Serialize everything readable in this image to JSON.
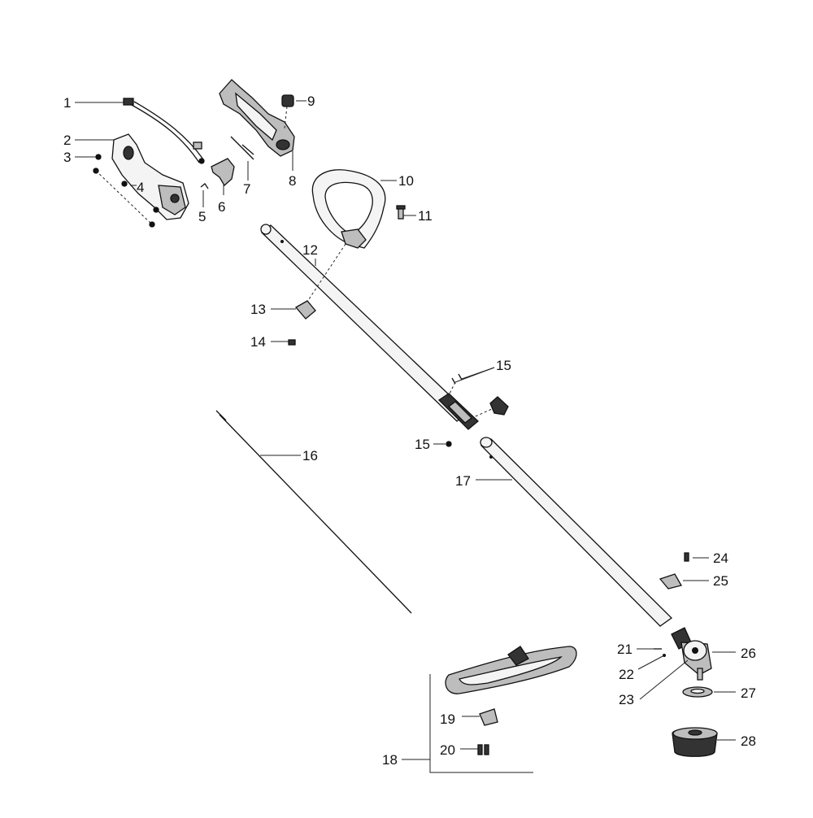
{
  "labels": [
    {
      "id": "p1",
      "text": "1"
    },
    {
      "id": "p2",
      "text": "2"
    },
    {
      "id": "p3",
      "text": "3"
    },
    {
      "id": "p4",
      "text": "4"
    },
    {
      "id": "p5",
      "text": "5"
    },
    {
      "id": "p6",
      "text": "6"
    },
    {
      "id": "p7",
      "text": "7"
    },
    {
      "id": "p8",
      "text": "8"
    },
    {
      "id": "p9",
      "text": "9"
    },
    {
      "id": "p10",
      "text": "10"
    },
    {
      "id": "p11",
      "text": "11"
    },
    {
      "id": "p12",
      "text": "12"
    },
    {
      "id": "p13",
      "text": "13"
    },
    {
      "id": "p14",
      "text": "14"
    },
    {
      "id": "p15a",
      "text": "15"
    },
    {
      "id": "p15b",
      "text": "15"
    },
    {
      "id": "p16",
      "text": "16"
    },
    {
      "id": "p17",
      "text": "17"
    },
    {
      "id": "p18",
      "text": "18"
    },
    {
      "id": "p19",
      "text": "19"
    },
    {
      "id": "p20",
      "text": "20"
    },
    {
      "id": "p21",
      "text": "21"
    },
    {
      "id": "p22",
      "text": "22"
    },
    {
      "id": "p23",
      "text": "23"
    },
    {
      "id": "p24",
      "text": "24"
    },
    {
      "id": "p25",
      "text": "25"
    },
    {
      "id": "p26",
      "text": "26"
    },
    {
      "id": "p27",
      "text": "27"
    },
    {
      "id": "p28",
      "text": "28"
    }
  ]
}
